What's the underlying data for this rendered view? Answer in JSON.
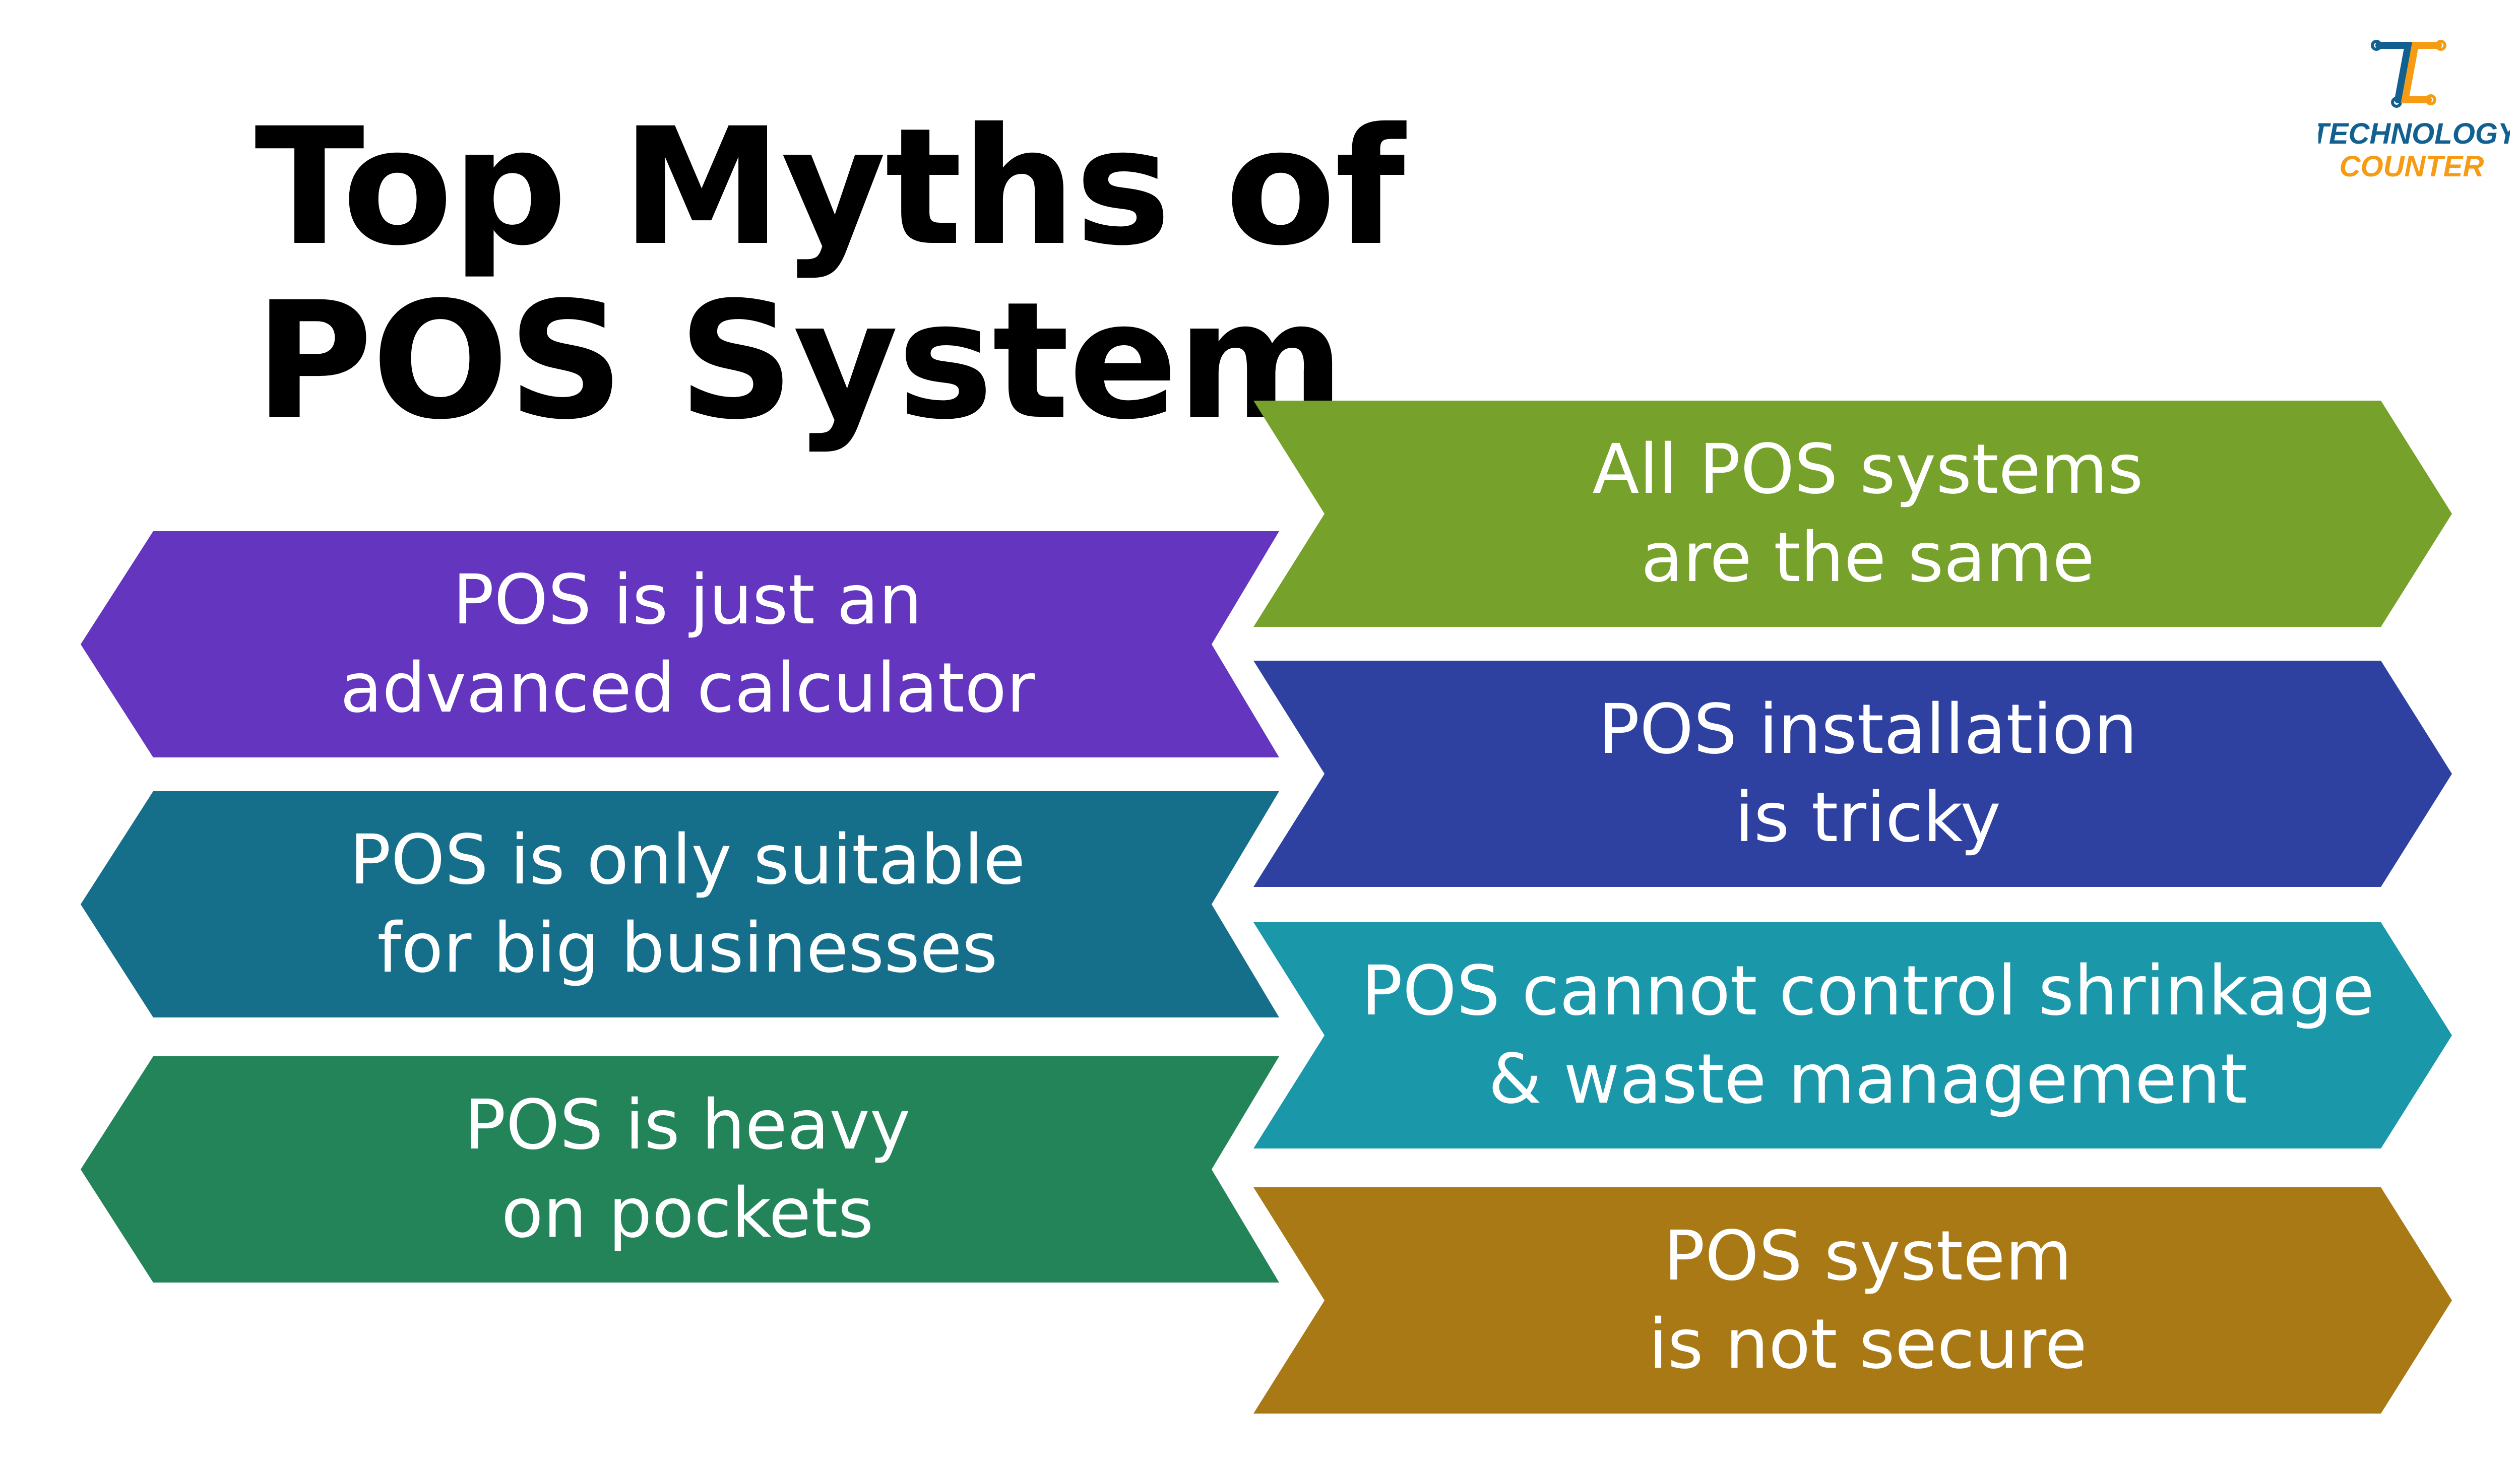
{
  "title": {
    "line1": "Top Myths of",
    "line2": "POS System"
  },
  "logo": {
    "line1": "TECHNOLOGY",
    "line2": "COUNTER",
    "colors": {
      "blue": "#12608F",
      "orange": "#F59C14"
    }
  },
  "myths_left": [
    {
      "line1": "POS is just an",
      "line2": "advanced calculator",
      "color": "#6435BE"
    },
    {
      "line1": "POS is only suitable",
      "line2": "for big businesses",
      "color": "#166F8A"
    },
    {
      "line1": "POS is heavy",
      "line2": "on pockets",
      "color": "#23845A"
    }
  ],
  "myths_right": [
    {
      "line1": "All POS systems",
      "line2": "are the same",
      "color": "#76A12A"
    },
    {
      "line1": "POS installation",
      "line2": "is tricky",
      "color": "#2E41A0"
    },
    {
      "line1": "POS cannot control shrinkage",
      "line2": "& waste management",
      "color": "#1B97AA"
    },
    {
      "line1": "POS system",
      "line2": "is not secure",
      "color": "#A87914"
    }
  ]
}
